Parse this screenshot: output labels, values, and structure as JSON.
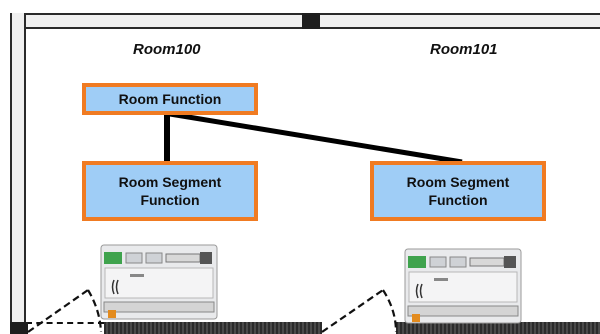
{
  "rooms": [
    {
      "label": "Room100"
    },
    {
      "label": "Room101"
    }
  ],
  "boxes": {
    "room_function": "Room Function",
    "segment_left": [
      "Room Segment",
      "Function"
    ],
    "segment_right": [
      "Room Segment",
      "Function"
    ]
  },
  "colors": {
    "box_fill": "#9fcdf6",
    "box_border": "#f07b22",
    "wall": "#f0f0f0",
    "wall_edge": "#2a2a2a",
    "connector": "#000000"
  },
  "icons": [
    "room-controller-device-icon",
    "door-swing-icon"
  ]
}
